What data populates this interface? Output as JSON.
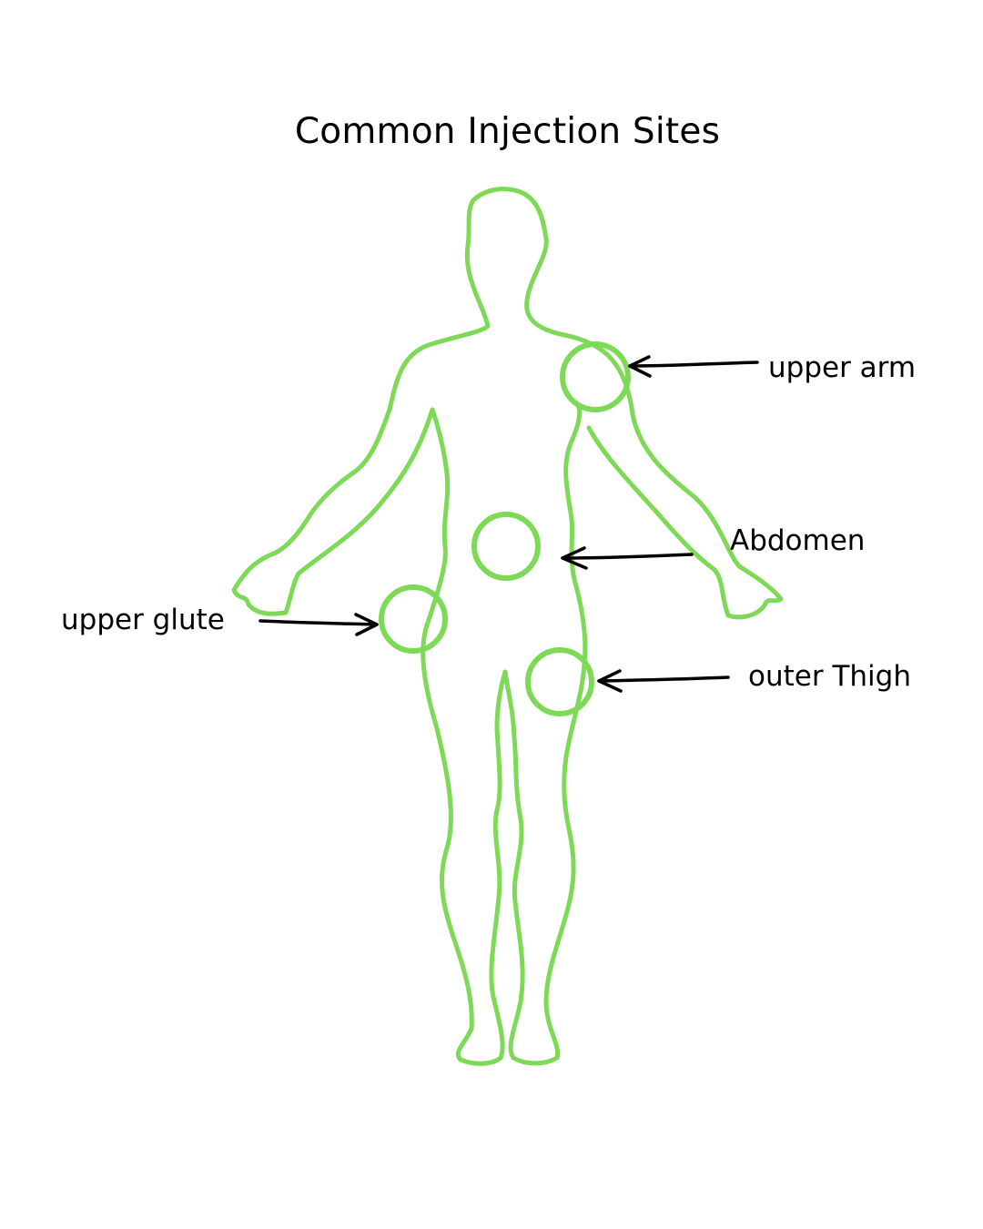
{
  "title": "Common Injection Sites",
  "colors": {
    "outline": "#7ED957",
    "arrow": "#000000",
    "background": "#FFFFFF"
  },
  "sites": [
    {
      "id": "upper-arm",
      "label": "upper arm"
    },
    {
      "id": "abdomen",
      "label": "Abdomen"
    },
    {
      "id": "upper-glute",
      "label": "upper glute"
    },
    {
      "id": "outer-thigh",
      "label": "outer Thigh"
    }
  ]
}
